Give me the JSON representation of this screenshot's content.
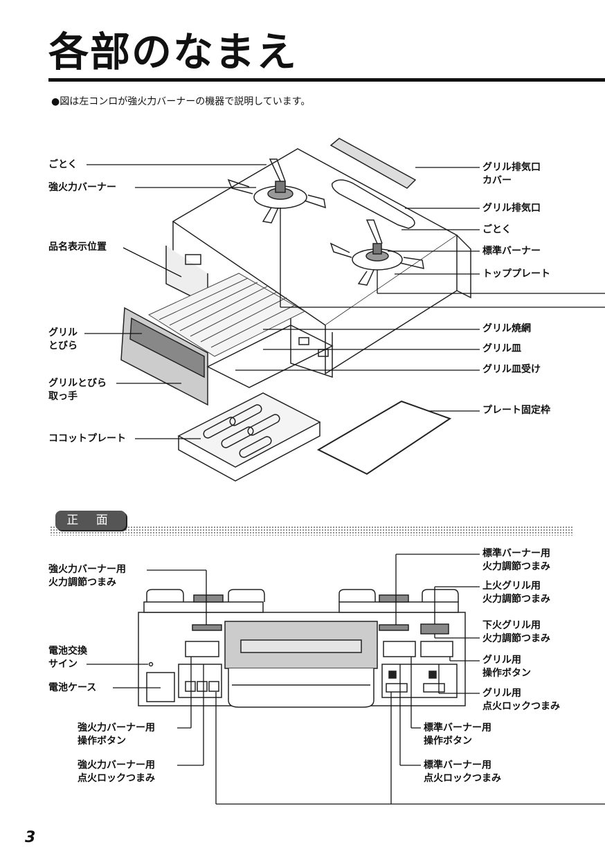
{
  "page": {
    "title": "各部のなまえ",
    "note": "●図は左コンロが強火力バーナーの機器で説明しています。",
    "page_number": "3"
  },
  "top_labels": {
    "gotoku_left": "ごとく",
    "strong_burner": "強火力バーナー",
    "model_label_position": "品名表示位置",
    "grill_door_1": "グリル",
    "grill_door_2": "とびら",
    "grill_door_handle_1": "グリルとびら",
    "grill_door_handle_2": "取っ手",
    "cocotte_plate": "ココットプレート",
    "grill_exhaust_cover_1": "グリル排気口",
    "grill_exhaust_cover_2": "カバー",
    "grill_exhaust": "グリル排気口",
    "gotoku_right": "ごとく",
    "standard_burner": "標準バーナー",
    "top_plate": "トッププレート",
    "grill_net": "グリル焼網",
    "grill_pan": "グリル皿",
    "grill_pan_holder": "グリル皿受け",
    "plate_frame": "プレート固定枠"
  },
  "section": {
    "front_tab": "正 面"
  },
  "front_labels": {
    "strong_knob_1": "強火力バーナー用",
    "strong_knob_2": "火力調節つまみ",
    "battery_sign_1": "電池交換",
    "battery_sign_2": "サイン",
    "battery_case": "電池ケース",
    "strong_button_1": "強火力バーナー用",
    "strong_button_2": "操作ボタン",
    "strong_lock_1": "強火力バーナー用",
    "strong_lock_2": "点火ロックつまみ",
    "standard_knob_1": "標準バーナー用",
    "standard_knob_2": "火力調節つまみ",
    "upper_grill_knob_1": "上火グリル用",
    "upper_grill_knob_2": "火力調節つまみ",
    "lower_grill_knob_1": "下火グリル用",
    "lower_grill_knob_2": "火力調節つまみ",
    "grill_button_1": "グリル用",
    "grill_button_2": "操作ボタン",
    "grill_lock_1": "グリル用",
    "grill_lock_2": "点火ロックつまみ",
    "standard_button_1": "標準バーナー用",
    "standard_button_2": "操作ボタン",
    "standard_lock_1": "標準バーナー用",
    "standard_lock_2": "点火ロックつまみ"
  }
}
